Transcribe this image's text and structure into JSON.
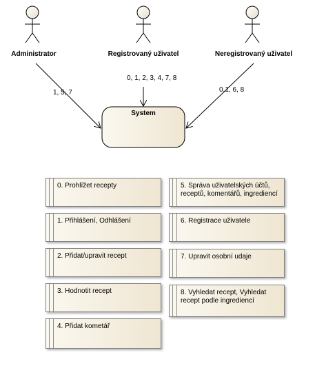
{
  "actors": [
    {
      "name": "Administrator",
      "label": "1, 5, 7"
    },
    {
      "name": "Registrovaný uživatel",
      "label": "0, 1, 2, 3, 4, 7, 8"
    },
    {
      "name": "Neregistrovaný uživatel",
      "label": "0,1, 6, 8"
    }
  ],
  "system": {
    "name": "System"
  },
  "use_cases_left": [
    "0. Prohlížet recepty",
    "1. Přihlášení, Odhlášení",
    "2. Přidat/upravit recept",
    "3. Hodnotit recept",
    "4. Přidat kometář"
  ],
  "use_cases_right": [
    "5. Správa uživatelských účtů, receptů, komentářů, ingrediencí",
    "6. Registrace uživatele",
    "7. Upravit osobní udaje",
    "8. Vyhledat recept, Vyhledat recept podle ingrediencí"
  ],
  "colors": {
    "line": "#000000",
    "fill_light": "#fbf8f0",
    "fill_dark": "#efe6d2"
  }
}
